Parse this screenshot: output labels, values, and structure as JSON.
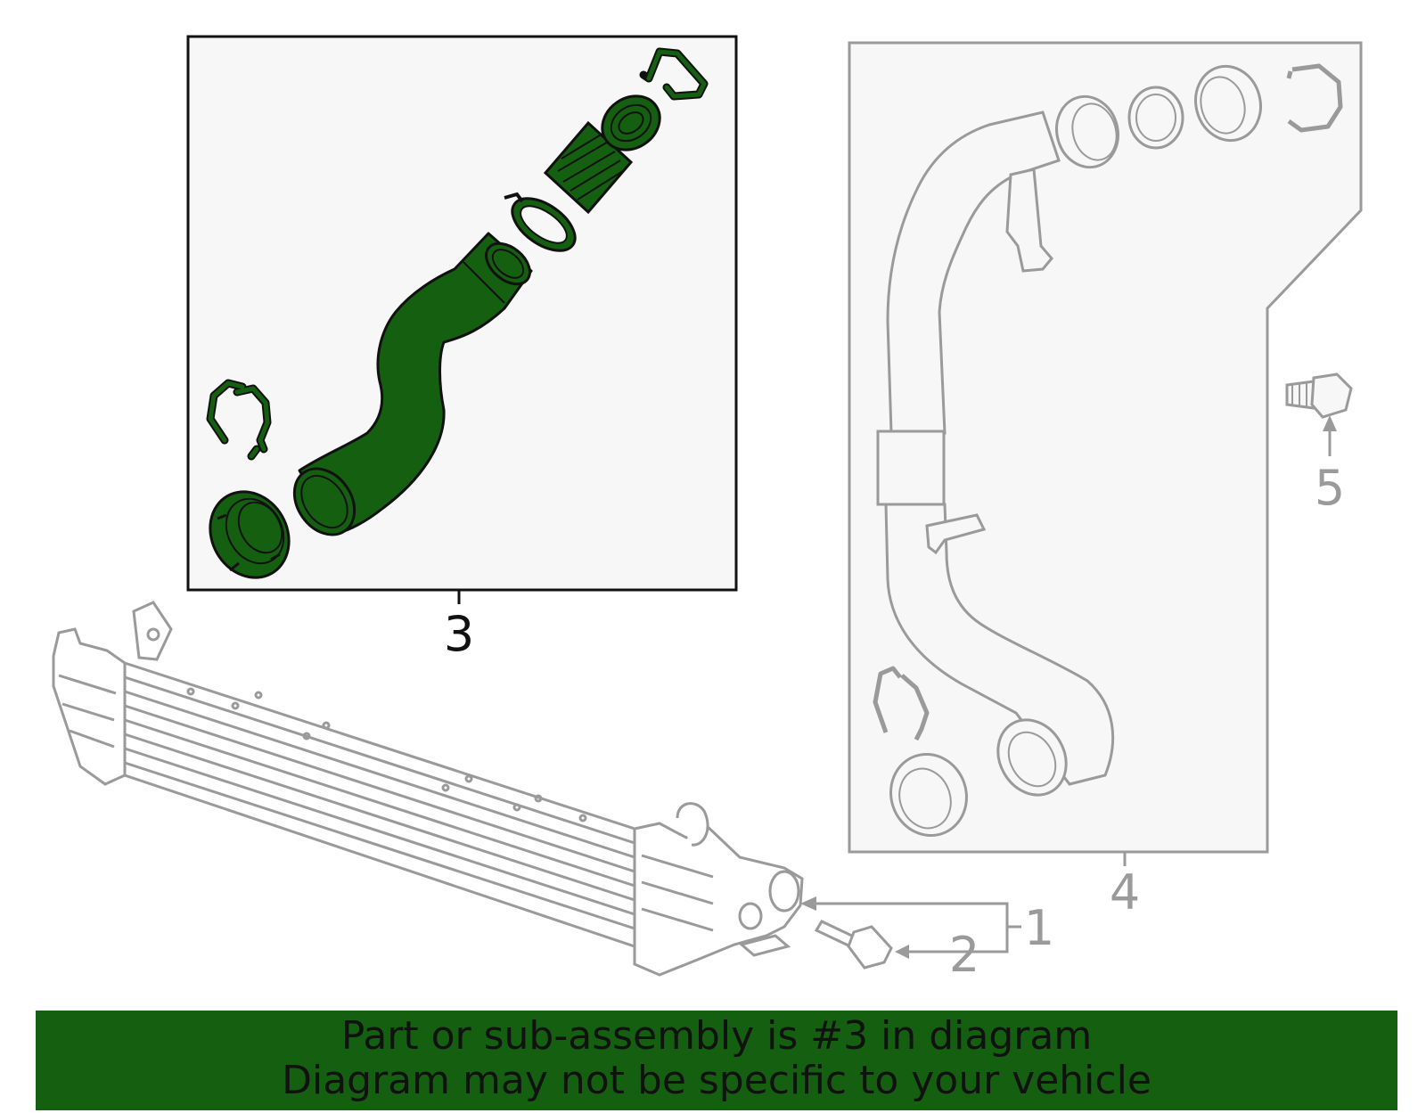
{
  "callouts": {
    "c1": "1",
    "c2": "2",
    "c3": "3",
    "c4": "4",
    "c5": "5"
  },
  "banner": {
    "line1": "Part or sub-assembly is #3 in diagram",
    "line2": "Diagram may not be specific to your vehicle"
  },
  "colors": {
    "highlight": "#146010",
    "outline": "#9a9a9a",
    "ink": "#111111",
    "panel": "#f7f7f7"
  }
}
